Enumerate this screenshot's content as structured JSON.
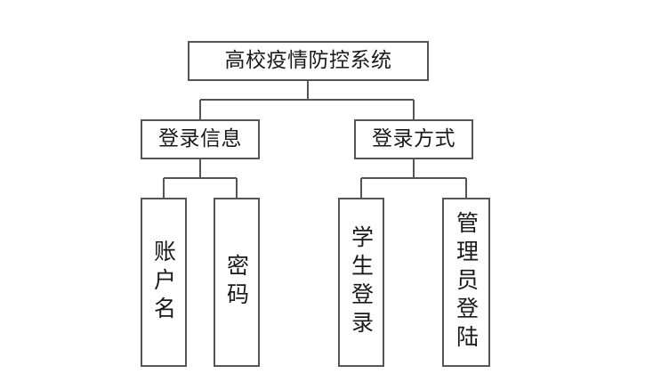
{
  "diagram": {
    "type": "hierarchy-tree",
    "background_color": "#ffffff",
    "line_color": "#555555",
    "text_color": "#1a1a1a",
    "root": {
      "label": "高校疫情防控系统",
      "orientation": "horizontal"
    },
    "level2": [
      {
        "label": "登录信息",
        "orientation": "horizontal"
      },
      {
        "label": "登录方式",
        "orientation": "horizontal"
      }
    ],
    "leaves": [
      {
        "label": "账户名",
        "orientation": "vertical",
        "parent": "登录信息"
      },
      {
        "label": "密码",
        "orientation": "vertical",
        "parent": "登录信息"
      },
      {
        "label": "学生登录",
        "orientation": "vertical",
        "parent": "登录方式"
      },
      {
        "label": "管理员登陆",
        "orientation": "vertical",
        "parent": "登录方式"
      }
    ]
  }
}
